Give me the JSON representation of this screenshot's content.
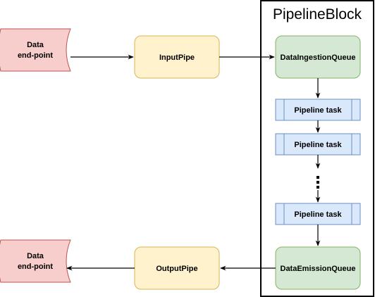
{
  "diagram": {
    "block_title": "PipelineBlock",
    "source_endpoint": {
      "line1": "Data",
      "line2": "end-point"
    },
    "sink_endpoint": {
      "line1": "Data",
      "line2": "end-point"
    },
    "input_pipe": "InputPipe",
    "output_pipe": "OutputPipe",
    "ingestion_queue": "DataIngestionQueue",
    "emission_queue": "DataEmissionQueue",
    "tasks": [
      "Pipeline task",
      "Pipeline task",
      "Pipeline task"
    ]
  },
  "colors": {
    "endpoint_fill": "#f8cecc",
    "endpoint_stroke": "#b85450",
    "pipe_fill": "#fff2cc",
    "pipe_stroke": "#d6b656",
    "queue_fill": "#d5e8d4",
    "queue_stroke": "#82b366",
    "task_fill": "#dae8fc",
    "task_stroke": "#6c8ebf",
    "edge": "#000000"
  }
}
